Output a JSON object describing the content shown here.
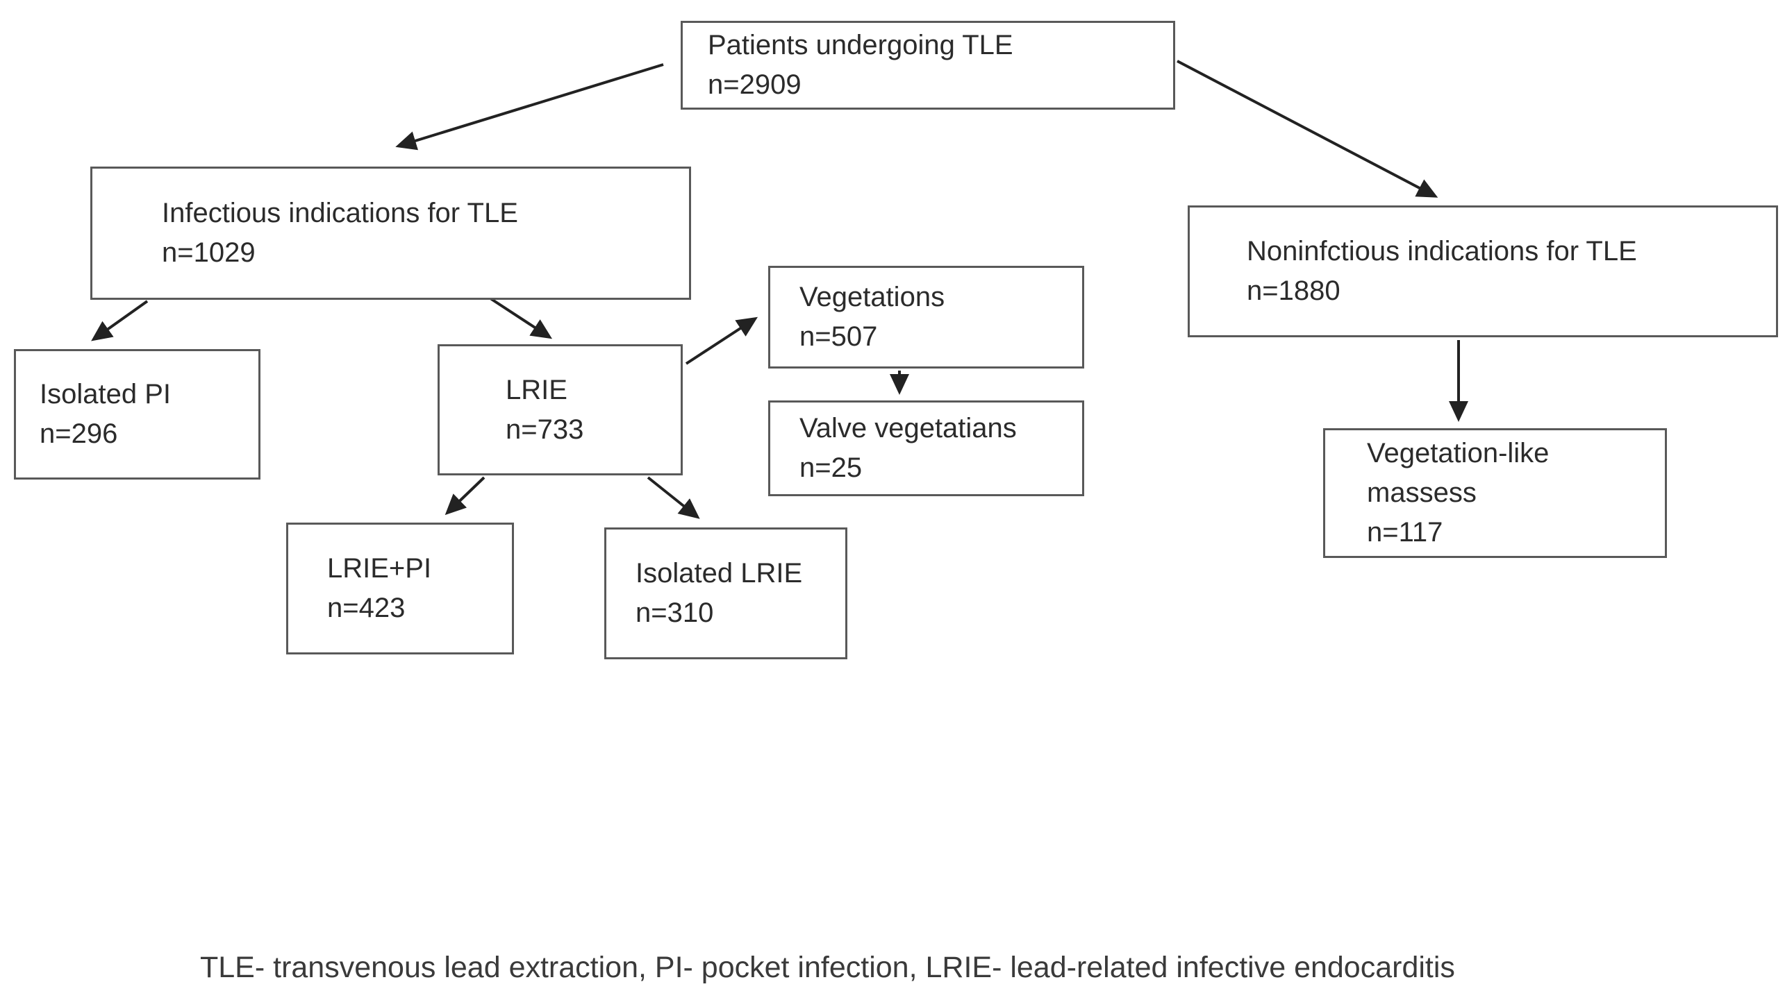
{
  "diagram": {
    "type": "flowchart",
    "colors": {
      "background": "#ffffff",
      "box_border": "#595959",
      "text": "#2b2b2b",
      "arrow": "#222222"
    },
    "nodes": [
      {
        "id": "patients-tle",
        "label": "Patients undergoing TLE",
        "n": "n=2909"
      },
      {
        "id": "infectious",
        "label": "Infectious indications for TLE",
        "n": "n=1029"
      },
      {
        "id": "noninfectious",
        "label": "Noninfctious indications for TLE",
        "n": "n=1880"
      },
      {
        "id": "isolated-pi",
        "label": "Isolated PI",
        "n": "n=296"
      },
      {
        "id": "lrie",
        "label": "LRIE",
        "n": "n=733"
      },
      {
        "id": "vegetations",
        "label": "Vegetations",
        "n": "n=507"
      },
      {
        "id": "valve-vegetations",
        "label": "Valve vegetatians",
        "n": "n=25"
      },
      {
        "id": "lrie-plus-pi",
        "label": "LRIE+PI",
        "n": "n=423"
      },
      {
        "id": "isolated-lrie",
        "label": "Isolated LRIE",
        "n": "n=310"
      },
      {
        "id": "vegetation-like-masses",
        "label": "Vegetation-like massess",
        "n": "n=117"
      }
    ],
    "edges": [
      "patients-tle -> infectious",
      "patients-tle -> noninfectious",
      "infectious -> isolated-pi",
      "infectious -> lrie",
      "lrie -> vegetations",
      "vegetations -> valve-vegetations",
      "lrie -> lrie-plus-pi",
      "lrie -> isolated-lrie",
      "noninfectious -> vegetation-like-masses"
    ],
    "caption": "TLE- transvenous lead extraction, PI- pocket infection, LRIE- lead-related infective endocarditis"
  }
}
